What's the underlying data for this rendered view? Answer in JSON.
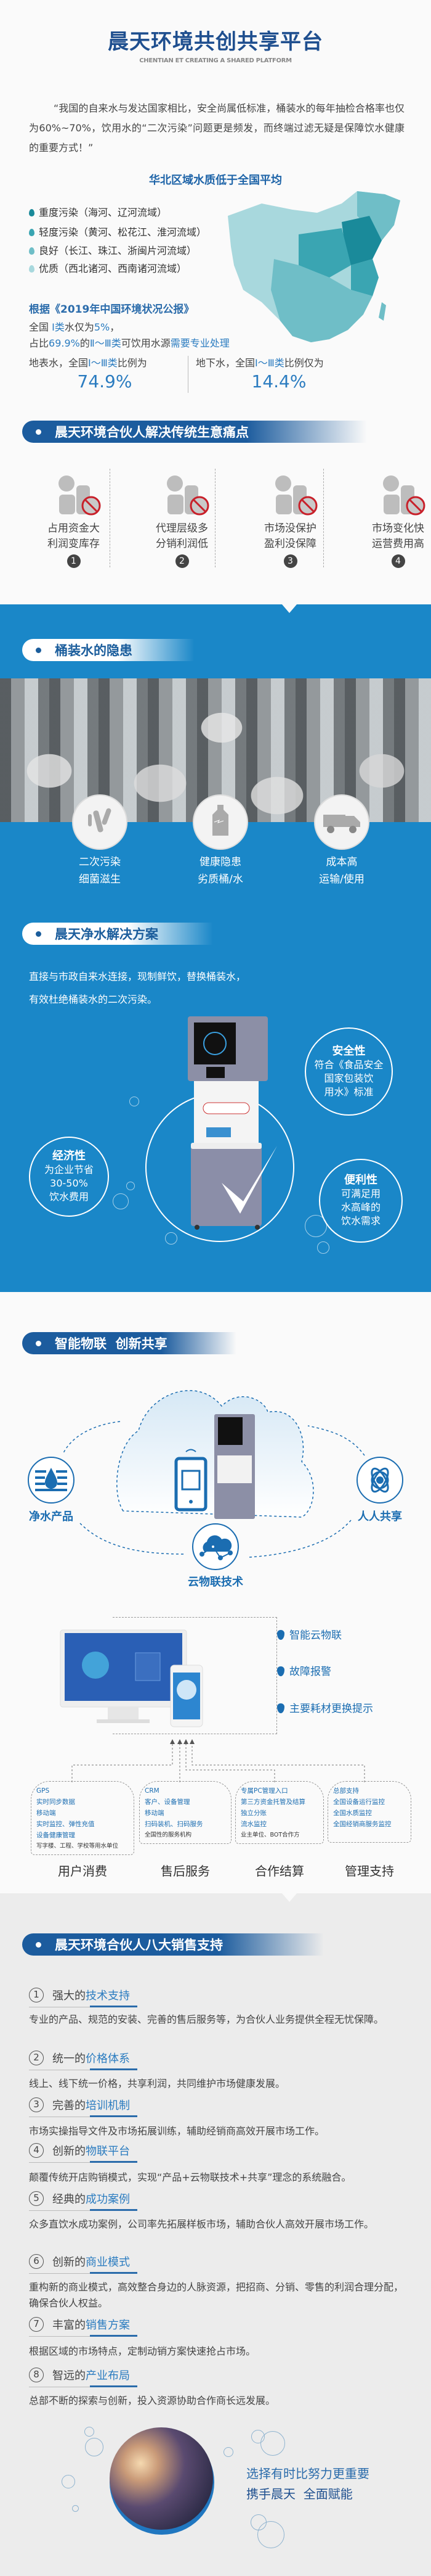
{
  "header": {
    "title": "晨天环境共创共享平台",
    "subtitle": "CHENTIAN ET CREATING A SHARED PLATFORM"
  },
  "intro": {
    "quote": "“我国的自来水与发达国家相比，安全尚属低标准，桶装水的每年抽检合格率也仅为60%~70%，饮用水的“二次污染”问题更是频发，而终端过滤无疑是保障饮水健康的重要方式！”"
  },
  "water_quality": {
    "heading": "华北区域水质低于全国平均",
    "legend": [
      {
        "label": "重度污染（海河、辽河流域）",
        "color": "#1a8a9a"
      },
      {
        "label": "轻度污染（黄河、松花江、淮河流域）",
        "color": "#3aa5b2"
      },
      {
        "label": "良好（长江、珠江、浙闽片河流域）",
        "color": "#6fbec7"
      },
      {
        "label": "优质（西北诸河、西南诸河流域）",
        "color": "#a8d8dd"
      }
    ],
    "report": "根据《2019年中国环境状况公报》",
    "line1": {
      "a": "全国",
      "b": "Ⅰ类",
      "c": "水仅为",
      "d": "5%",
      "e": "，"
    },
    "line2": {
      "a": "占比",
      "b": "69.9%",
      "c": "的",
      "d": "Ⅱ～Ⅲ类",
      "e": "可饮用水源",
      "f": "需要专业处理"
    },
    "surface": {
      "a": "地表水，全国",
      "b": "Ⅰ～Ⅲ类",
      "c": "比例为",
      "value": "74.9%"
    },
    "ground": {
      "a": "地下水，全国",
      "b": "Ⅰ～Ⅲ类",
      "c": "比例仅为",
      "value": "14.4%"
    }
  },
  "pain_points": {
    "heading": "晨天环境合伙人解决传统生意痛点",
    "items": [
      {
        "l1": "占用资金大",
        "l2": "利润变库存",
        "num": "1"
      },
      {
        "l1": "代理层级多",
        "l2": "分销利润低",
        "num": "2"
      },
      {
        "l1": "市场没保护",
        "l2": "盈利没保障",
        "num": "3"
      },
      {
        "l1": "市场变化快",
        "l2": "运营费用高",
        "num": "4"
      }
    ]
  },
  "hazards": {
    "heading": "桶装水的隐患",
    "items": [
      {
        "l1": "二次污染",
        "l2": "细菌滋生"
      },
      {
        "l1": "健康隐患",
        "l2": "劣质桶/水"
      },
      {
        "l1": "成本高",
        "l2": "运输/使用"
      }
    ]
  },
  "solution": {
    "heading": "晨天净水解决方案",
    "l1": "直接与市政自来水连接，现制鲜饮，替换桶装水，",
    "l2": "有效杜绝桶装水的二次污染。",
    "safety": {
      "title": "安全性",
      "l1": "符合《食品安全",
      "l2": "国家包装饮",
      "l3": "用水》标准"
    },
    "economy": {
      "title": "经济性",
      "l1": "为企业节省",
      "l2": "30-50%",
      "l3": "饮水费用"
    },
    "convenience": {
      "title": "便利性",
      "l1": "可满足用",
      "l2": "水高峰的",
      "l3": "饮水需求"
    }
  },
  "iot": {
    "heading": "智能物联  创新共享",
    "nodes": {
      "product": "净水产品",
      "share": "人人共享",
      "cloud": "云物联技术"
    },
    "features": [
      "智能云物联",
      "故障报警",
      "主要耗材更换提示"
    ],
    "cards": [
      {
        "label": "用户消费",
        "lines": [
          "GPS",
          "实时同步数据",
          "移动端",
          "实时监控、弹性充值",
          "设备健康管理"
        ],
        "foot": "写字楼、工程、学校等用水单位"
      },
      {
        "label": "售后服务",
        "lines": [
          "CRM",
          "客户、设备管理",
          "移动端",
          "扫码装机、扫码服务"
        ],
        "foot": "全国性的服务机构"
      },
      {
        "label": "合作结算",
        "lines": [
          "专属PC管理入口",
          "第三方资金托管及结算",
          "独立分账",
          "流水监控"
        ],
        "foot": "业主单位、BOT合作方"
      },
      {
        "label": "管理支持",
        "lines": [
          "总部支持",
          "全国设备运行监控",
          "全国水质监控",
          "全国经销商服务监控"
        ],
        "foot": ""
      }
    ]
  },
  "support": {
    "heading": "晨天环境合伙人八大销售支持",
    "items": [
      {
        "n": "1",
        "pre": "强大的",
        "hl": "技术支持",
        "desc": "专业的产品、规范的安装、完善的售后服务等，为合伙人业务提供全程无忧保障。"
      },
      {
        "n": "2",
        "pre": "统一的",
        "hl": "价格体系",
        "desc": "线上、线下统一价格，共享利润，共同维护市场健康发展。"
      },
      {
        "n": "3",
        "pre": "完善的",
        "hl": "培训机制",
        "desc": "市场实操指导文件及市场拓展训练，辅助经销商高效开展市场工作。"
      },
      {
        "n": "4",
        "pre": "创新的",
        "hl": "物联平台",
        "desc": "颠覆传统开店购销模式，实现“产品+云物联技术+共享”理念的系统融合。"
      },
      {
        "n": "5",
        "pre": "经典的",
        "hl": "成功案例",
        "desc": "众多直饮水成功案例，公司率先拓展样板市场，辅助合伙人高效开展市场工作。"
      },
      {
        "n": "6",
        "pre": "创新的",
        "hl": "商业模式",
        "desc": "重构新的商业模式，高效整合身边的人脉资源，把招商、分销、零售的利润合理分配，确保合伙人权益。"
      },
      {
        "n": "7",
        "pre": "丰富的",
        "hl": "销售方案",
        "desc": "根据区域的市场特点，定制动销方案快速抢占市场。"
      },
      {
        "n": "8",
        "pre": "智远的",
        "hl": "产业布局",
        "desc": "总部不断的探索与创新，投入资源协助合作商长远发展。"
      }
    ],
    "slogan1": "选择有时比努力更重要",
    "slogan2": "携手晨天  全面赋能"
  }
}
